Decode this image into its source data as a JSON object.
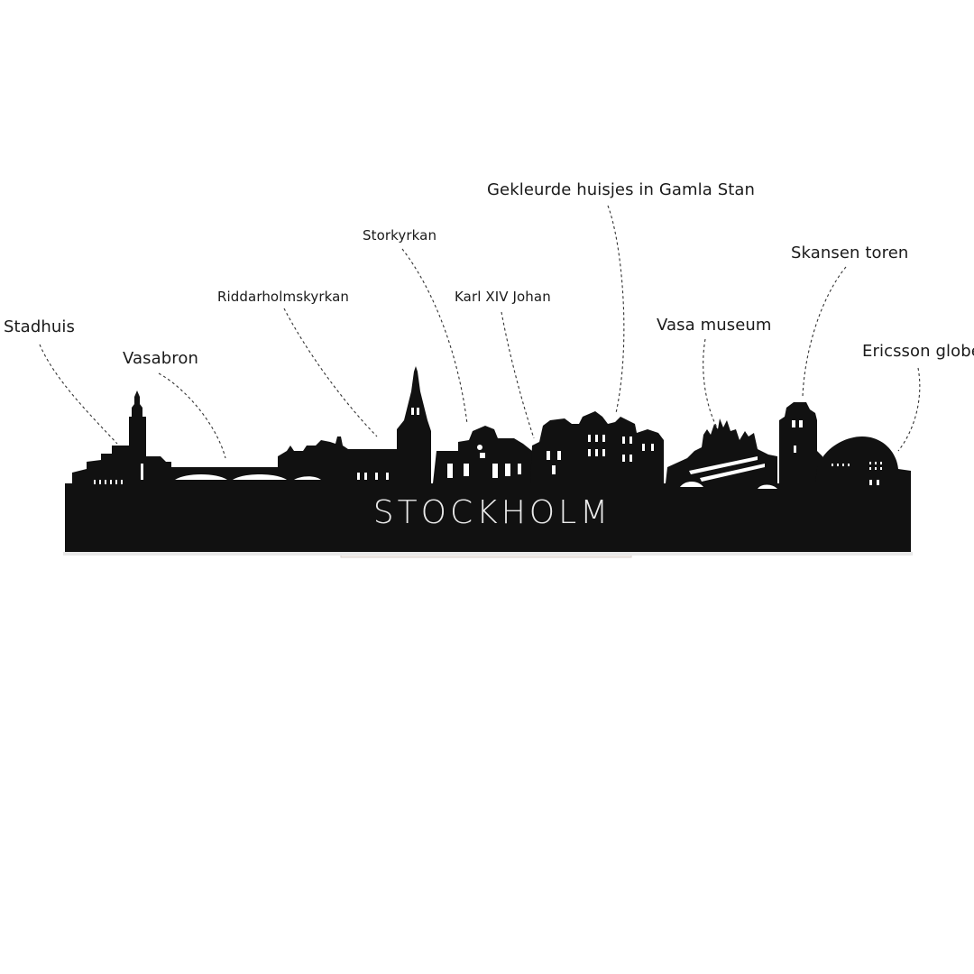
{
  "landmarks": {
    "stadhuis": "Stadhuis",
    "vasabron": "Vasabron",
    "riddarholmskyrkan": "Riddarholmskyrkan",
    "storkyrkan": "Storkyrkan",
    "karl_xiv_johan": "Karl XIV Johan",
    "gamla_stan": "Gekleurde huisjes in Gamla Stan",
    "vasa_museum": "Vasa museum",
    "skansen_toren": "Skansen toren",
    "ericsson_globe": "Ericsson globe"
  },
  "skyline": {
    "city_name": "STOCKHOLM",
    "color": "#111111",
    "stand_color": "#f2ece8"
  }
}
